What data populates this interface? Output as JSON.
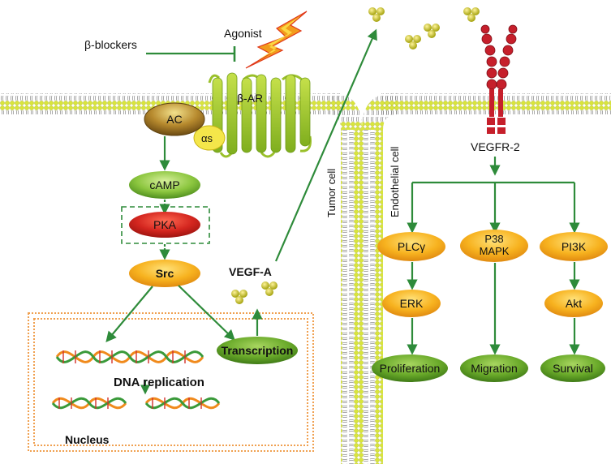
{
  "left_panel": {
    "beta_blockers": "β-blockers",
    "agonist": "Agonist",
    "receptor": "β-AR",
    "ac": "AC",
    "alpha_s": "αs",
    "camp": "cAMP",
    "pka": "PKA",
    "src": "Src",
    "vegf_a": "VEGF-A",
    "transcription": "Transcription",
    "dna_replication": "DNA replication",
    "nucleus": "Nucleus"
  },
  "membrane": {
    "tumor_cell": "Tumor cell",
    "endothelial_cell": "Endothelial cell"
  },
  "right_panel": {
    "vegfr2": "VEGFR-2",
    "plcg": "PLCγ",
    "p38_line1": "P38",
    "p38_line2": "MAPK",
    "pi3k": "PI3K",
    "erk": "ERK",
    "akt": "Akt",
    "proliferation": "Proliferation",
    "migration": "Migration",
    "survival": "Survival"
  },
  "colors": {
    "arrow": "#2e8b3a",
    "membrane": "#d7e63a",
    "orange_node": "#f5a81c",
    "green_node": "#6aaa2a",
    "pka": "#d4261f",
    "receptor_red": "#c61f2b",
    "nucleus_border": "#f0a050"
  }
}
